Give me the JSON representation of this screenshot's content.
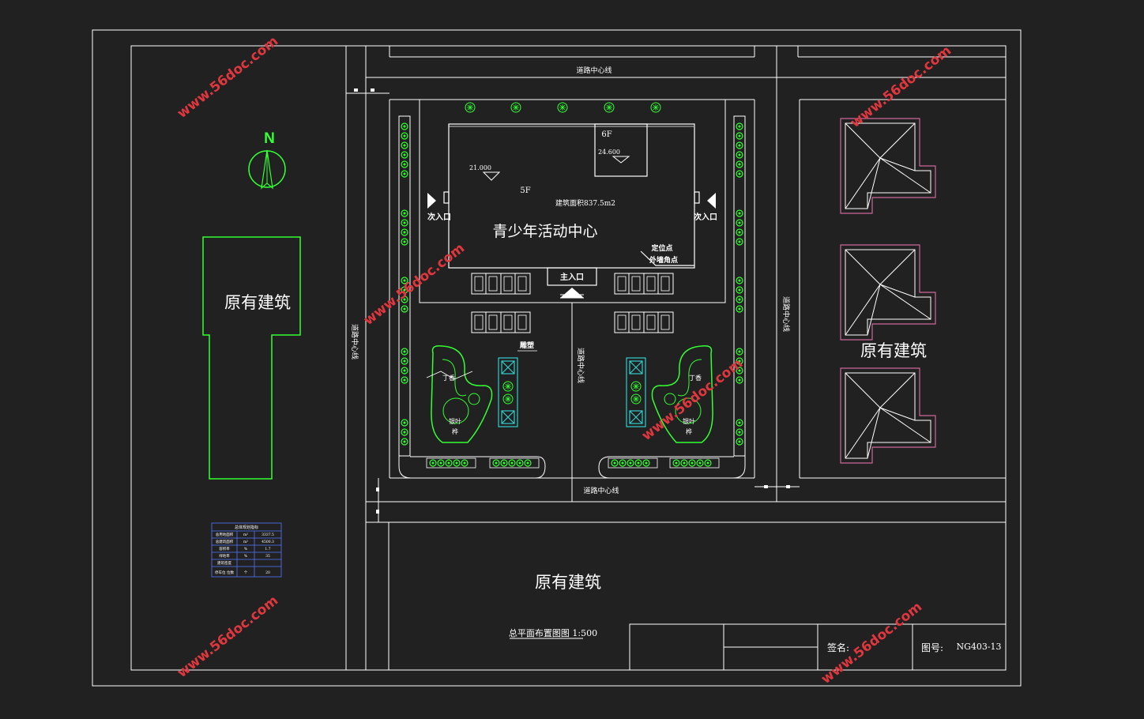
{
  "colors": {
    "background": "#212121",
    "line": "#ffffff",
    "tree_green": "#33ff33",
    "cyan": "#33cccc",
    "magenta": "#cc6699",
    "watermark": "#e0373f"
  },
  "north_arrow": {
    "label": "N"
  },
  "buildings": {
    "existing_left": "原有建筑",
    "existing_right": "原有建筑",
    "existing_bottom": "原有建筑",
    "main": {
      "name": "青少年活动中心",
      "floors_main": "5F",
      "floors_tower": "6F",
      "elevation_main": "21.000",
      "elevation_tower": "24.600",
      "area": "建筑面积837.5m2"
    }
  },
  "entrances": {
    "main": "主入口",
    "secondary_left": "次入口",
    "secondary_right": "次入口"
  },
  "markers": {
    "position_point": "定位点",
    "outer_corner": "外墙角点",
    "sculpture": "雕塑"
  },
  "road_labels": {
    "top": "道路中心线",
    "bottom": "道路中心线",
    "left_vertical": "道路中心线",
    "right_vertical": "道路中心线",
    "center_vertical": "道路中心线"
  },
  "plants": {
    "left_a": "丁香",
    "left_b": "银叶",
    "left_c": "桦",
    "right_a": "丁香",
    "right_b": "银叶",
    "right_c": "桦"
  },
  "legend_table": {
    "title": "总体规划指标",
    "rows": [
      [
        "总用地面积",
        "m²",
        "3337.5"
      ],
      [
        "总建筑面积",
        "m²",
        "4500.3"
      ],
      [
        "容积率",
        "%",
        "1.7"
      ],
      [
        "绿地率",
        "%",
        "35"
      ],
      [
        "建筑密度",
        "",
        ""
      ],
      [
        "停车位 位数",
        "个",
        "20"
      ]
    ]
  },
  "title_block": {
    "drawing_title": "总平面布置图图 1:500",
    "signature_label": "签名:",
    "drawing_no_label": "图号:",
    "drawing_no": "NG403-13"
  },
  "watermark_text": "www.56doc.com"
}
